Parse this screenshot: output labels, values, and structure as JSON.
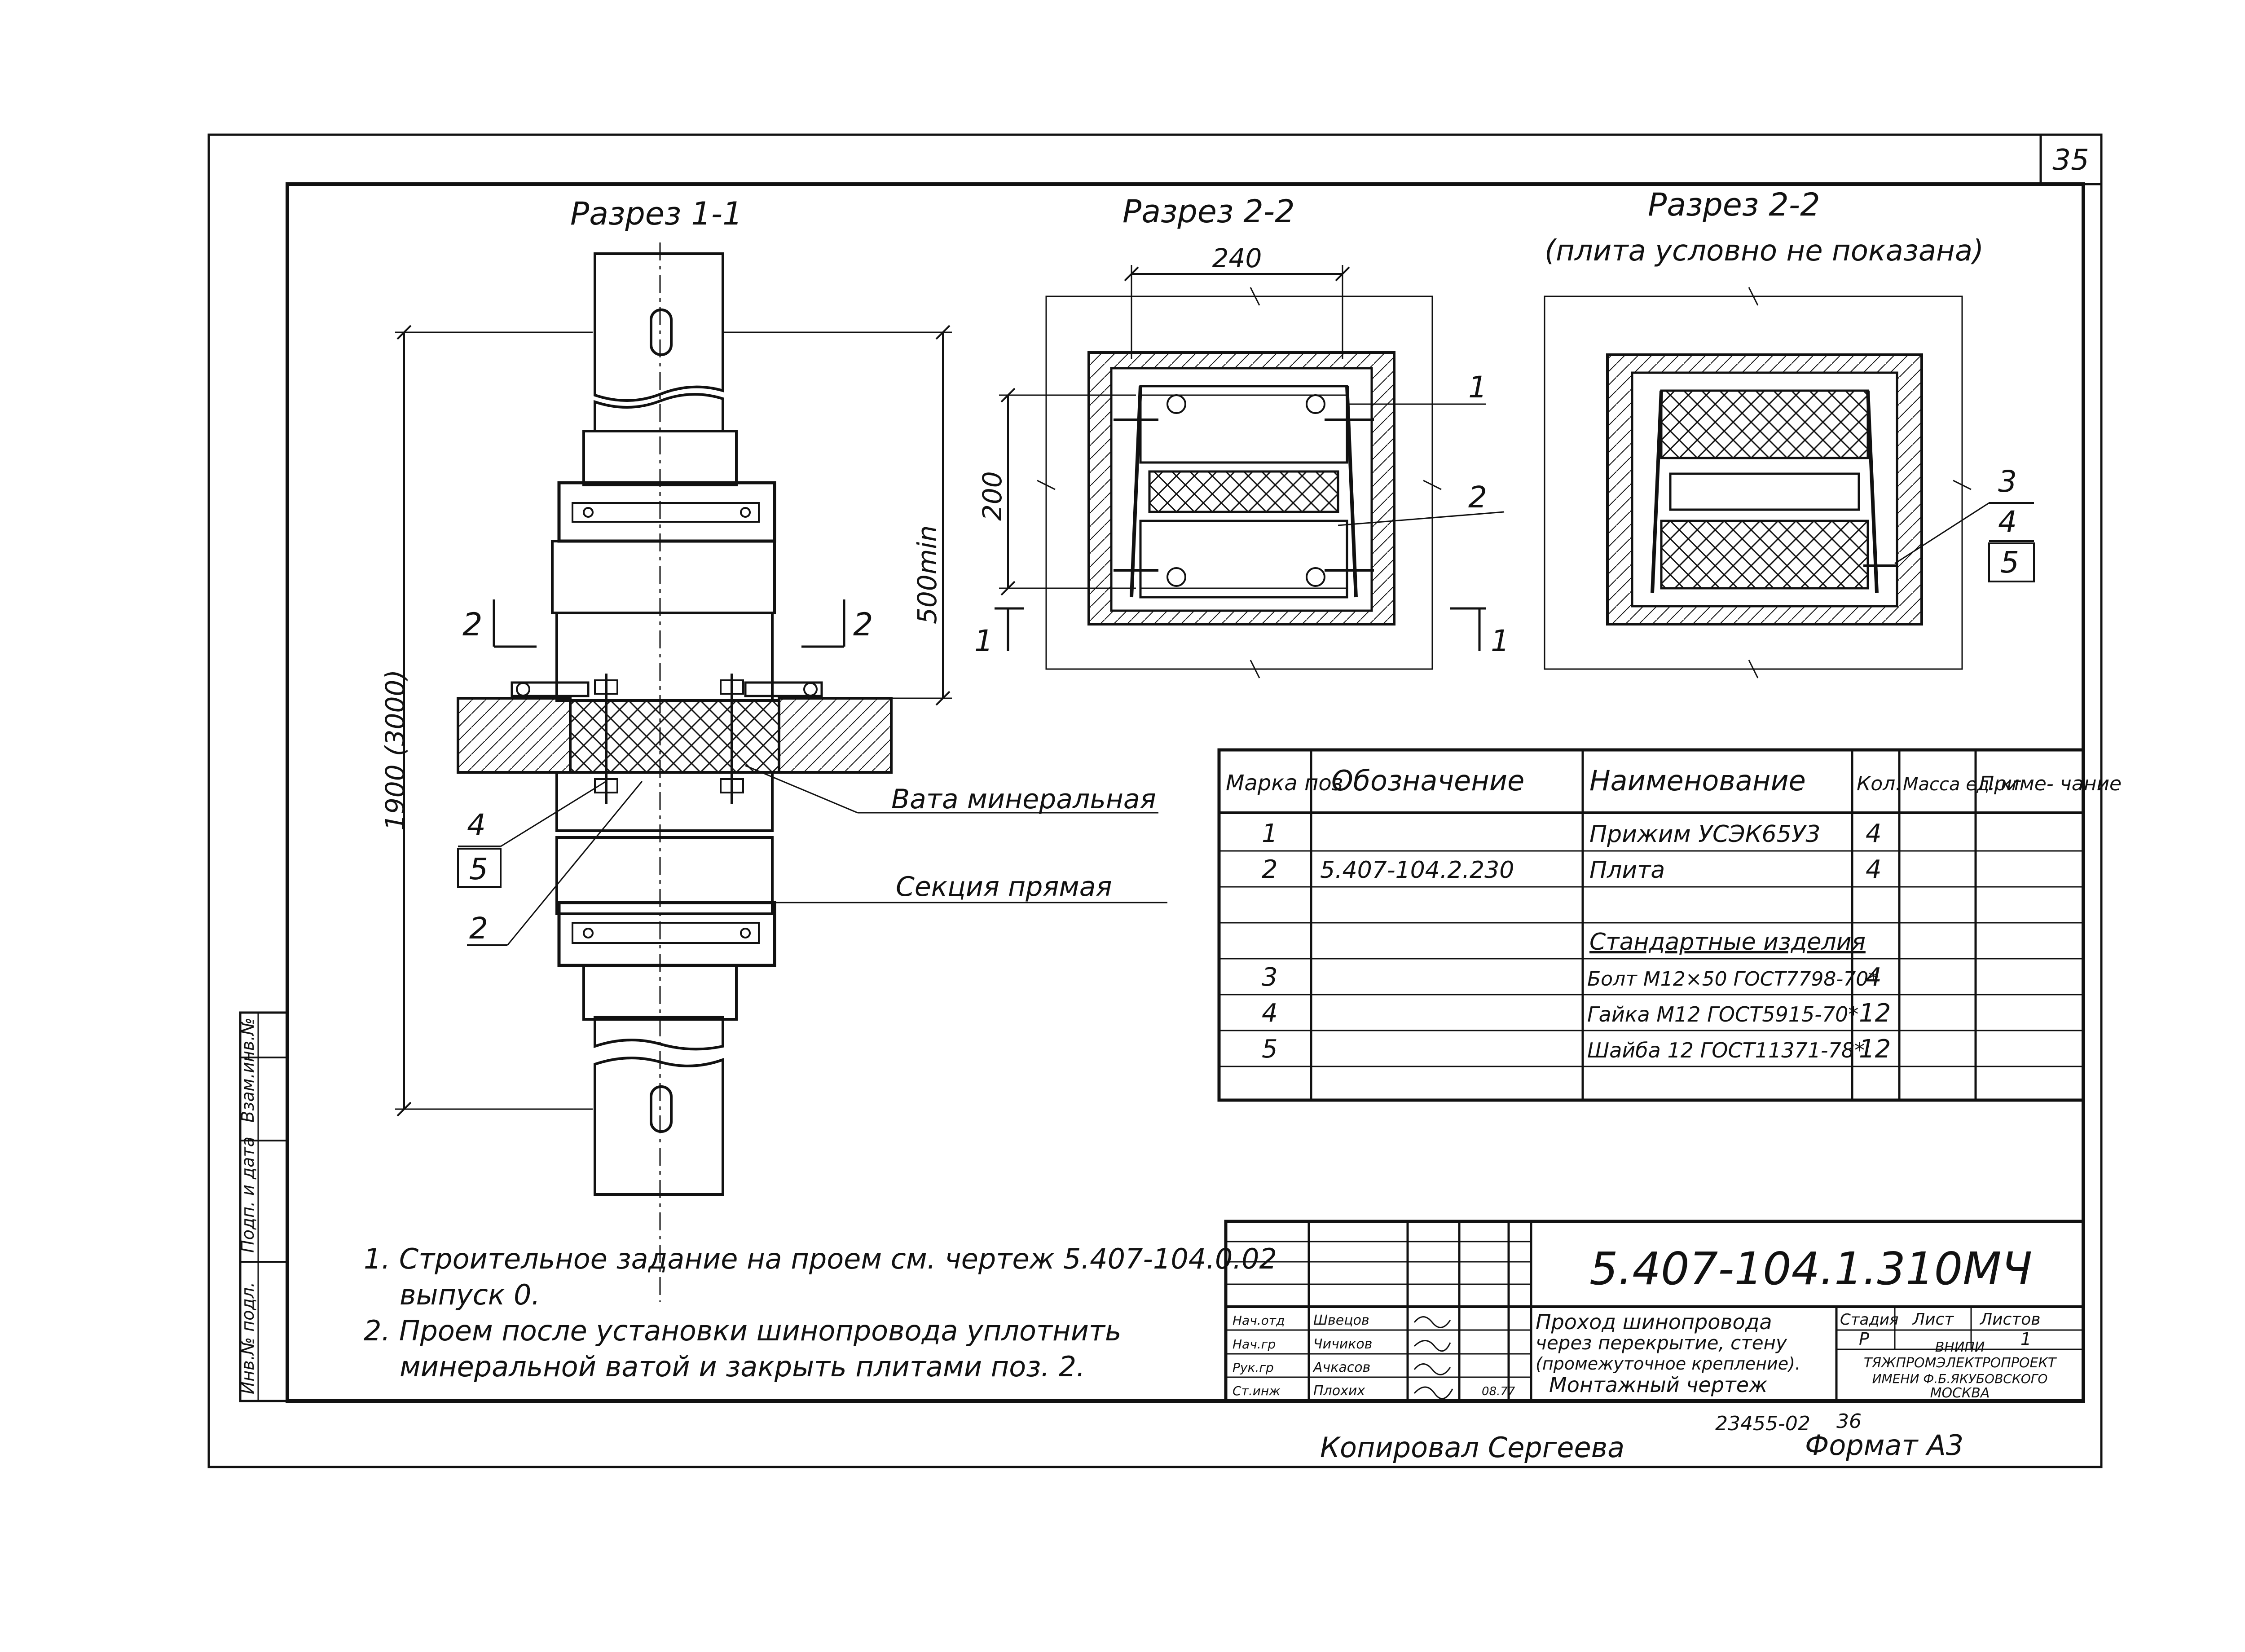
{
  "sheet": {
    "page_number": "35",
    "section_1_title": "Разрез 1-1",
    "section_2_title": "Разрез 2-2",
    "section_3_title": "Разрез 2-2",
    "section_3_subtitle": "(плита условно не показана)"
  },
  "dimensions": {
    "width_240": "240",
    "height_200": "200",
    "min_500": "500min",
    "total_1900": "1900 (3000)"
  },
  "callouts": {
    "wool_label": "Вата минеральная",
    "section_label": "Секция прямая",
    "cut_2_left": "2",
    "cut_2_right": "2",
    "cut_1_left": "1",
    "cut_1_right": "1",
    "pos_1": "1",
    "pos_2_view2": "2",
    "pos_2_view1": "2",
    "pos_4": "4",
    "pos_5": "5",
    "pos_3_r": "3",
    "pos_4_r": "4",
    "pos_5_r": "5"
  },
  "spec_table": {
    "headers": [
      "Марка поз",
      "Обозначение",
      "Наименование",
      "Кол.",
      "Масса ед. кг",
      "Приме- чание"
    ],
    "rows": [
      {
        "pos": "1",
        "designation": "",
        "name": "Прижим УСЭК65У3",
        "qty": "4"
      },
      {
        "pos": "2",
        "designation": "5.407-104.2.230",
        "name": "Плита",
        "qty": "4"
      },
      {
        "pos": "",
        "designation": "",
        "name": "",
        "qty": ""
      },
      {
        "pos": "",
        "designation": "",
        "name": "Стандартные изделия",
        "qty": ""
      },
      {
        "pos": "3",
        "designation": "",
        "name": "Болт М12×50 ГОСТ7798-70*",
        "qty": "4"
      },
      {
        "pos": "4",
        "designation": "",
        "name": "Гайка М12 ГОСТ5915-70*",
        "qty": "12"
      },
      {
        "pos": "5",
        "designation": "",
        "name": "Шайба 12 ГОСТ11371-78*",
        "qty": "12"
      },
      {
        "pos": "",
        "designation": "",
        "name": "",
        "qty": ""
      }
    ]
  },
  "notes": {
    "note1_line1": "1. Строительное задание на проем см. чертеж 5.407-104.0.02",
    "note1_line2": "выпуск 0.",
    "note2_line1": "2. Проем после установки шинопровода уплотнить",
    "note2_line2": "минеральной ватой и закрыть плитами поз. 2."
  },
  "title_block": {
    "code": "5.407-104.1.310МЧ",
    "desc_line1": "Проход шинопровода",
    "desc_line2": "через перекрытие, стену",
    "desc_line3": "(промежуточное крепление).",
    "desc_line4": "Монтажный чертеж",
    "stage_label": "Стадия",
    "sheet_label": "Лист",
    "sheets_label": "Листов",
    "stage_value": "Р",
    "sheets_value": "1",
    "org_line1": "ВНИПИ",
    "org_line2": "ТЯЖПРОМЭЛЕКТРОПРОЕКТ",
    "org_line3": "ИМЕНИ Ф.Б.ЯКУБОВСКОГО",
    "org_line4": "МОСКВА",
    "signers": [
      {
        "role": "Нач.отд",
        "name": "Швецов"
      },
      {
        "role": "Нач.гр",
        "name": "Чичиков"
      },
      {
        "role": "Рук.гр",
        "name": "Ачкасов"
      },
      {
        "role": "Ст.инж",
        "name": "Плохих"
      }
    ],
    "date": "08.77"
  },
  "side_stamp": {
    "inv_orig": "Инв.№ подл.",
    "sign_date": "Подп. и дата",
    "replace": "Взам.инв.№"
  },
  "footer": {
    "copied_by": "Копировал Сергеева",
    "order_no": "23455-02",
    "page_alt": "36",
    "format": "Формат А3"
  },
  "colors": {
    "ink": "#111111",
    "paper": "#ffffff"
  }
}
